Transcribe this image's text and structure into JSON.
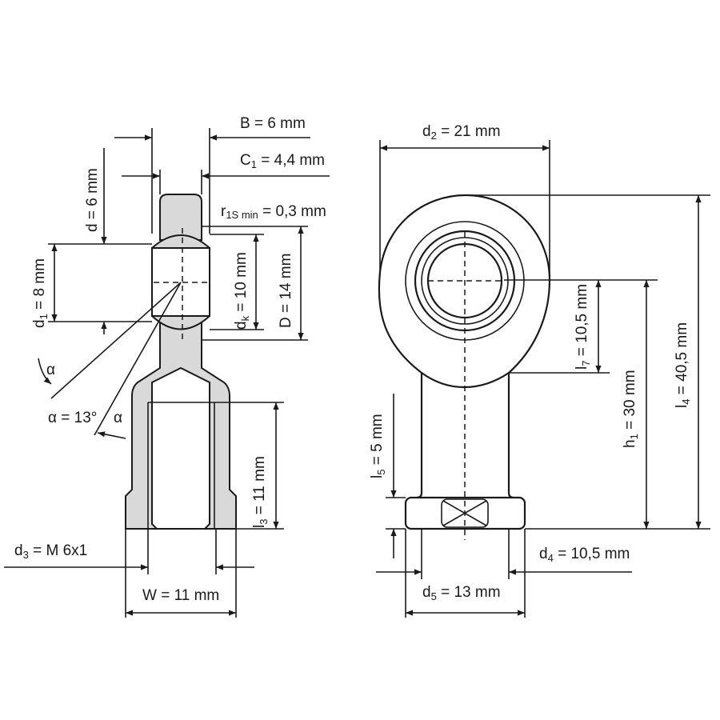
{
  "colors": {
    "ink": "#1a1a1a",
    "part_fill": "#d9d9d9",
    "background": "#ffffff"
  },
  "side_view": {
    "B": {
      "sym": "B",
      "sub": "",
      "val": " = 6 mm"
    },
    "C1": {
      "sym": "C",
      "sub": "1",
      "val": " = 4,4 mm"
    },
    "r1s": {
      "sym": "r",
      "sub": "1S min",
      "val": " = 0,3 mm"
    },
    "d": {
      "sym": "d",
      "sub": "",
      "val": " = 6 mm"
    },
    "d1": {
      "sym": "d",
      "sub": "1",
      "val": " = 8 mm"
    },
    "dk": {
      "sym": "d",
      "sub": "k",
      "val": " = 10 mm"
    },
    "D": {
      "sym": "D",
      "sub": "",
      "val": " = 14 mm"
    },
    "alpha1": "α",
    "alpha_value": "α = 13°",
    "alpha2": "α",
    "l3": {
      "sym": "l",
      "sub": "3",
      "val": " = 11 mm"
    },
    "d3": {
      "sym": "d",
      "sub": "3",
      "val": " = M 6x1"
    },
    "W": {
      "sym": "W",
      "sub": "",
      "val": " = 11 mm"
    }
  },
  "front_view": {
    "d2": {
      "sym": "d",
      "sub": "2",
      "val": " = 21 mm"
    },
    "l7": {
      "sym": "l",
      "sub": "7",
      "val": " = 10,5 mm"
    },
    "h1": {
      "sym": "h",
      "sub": "1",
      "val": " = 30 mm"
    },
    "l4": {
      "sym": "l",
      "sub": "4",
      "val": " = 40,5 mm"
    },
    "l5": {
      "sym": "l",
      "sub": "5",
      "val": " = 5 mm"
    },
    "d4": {
      "sym": "d",
      "sub": "4",
      "val": " = 10,5 mm"
    },
    "d5": {
      "sym": "d",
      "sub": "5",
      "val": " = 13 mm"
    }
  }
}
